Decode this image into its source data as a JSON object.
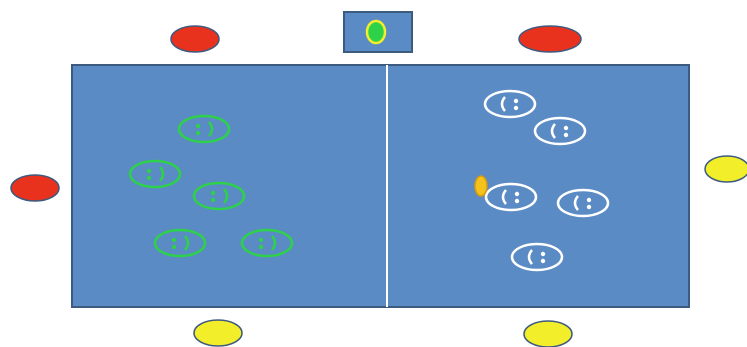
{
  "colors": {
    "court_fill": "#5b8bc4",
    "court_border": "#3d5a7f",
    "center_line": "#ffffff",
    "red_marker": "#e8321e",
    "yellow_marker": "#f2ee2a",
    "green_team": "#2ed14a",
    "white_team": "#ffffff",
    "ball": "#f5c21b",
    "scorer_dot": "#2ed14a",
    "scorer_dot_ring": "#f2ee2a"
  },
  "elements": {
    "court": "court",
    "center_line": "center-line",
    "scorer_box": "scorer-box",
    "ball": "ball",
    "green_player_count": 5,
    "white_player_count": 5,
    "red_marker_count": 3,
    "yellow_marker_count": 3
  }
}
